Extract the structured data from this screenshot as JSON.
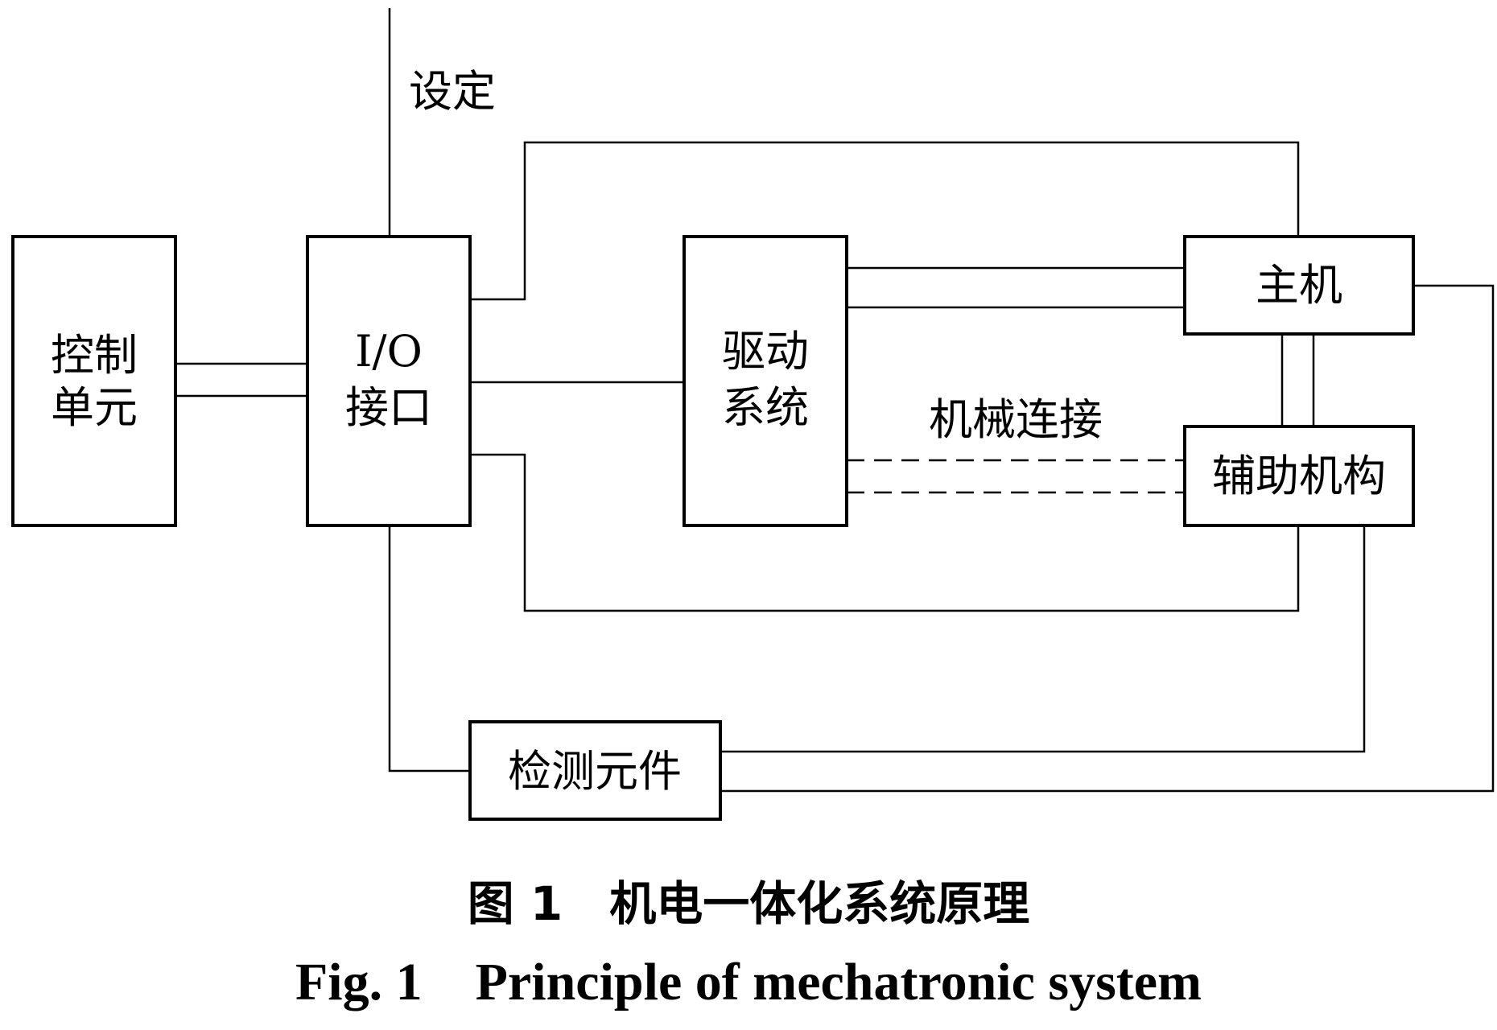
{
  "diagram": {
    "input_label": "设定",
    "blocks": {
      "control_unit": [
        "控制",
        "单元"
      ],
      "io_interface": [
        "I/O",
        "接口"
      ],
      "drive_system": [
        "驱动",
        "系统"
      ],
      "main_machine": "主机",
      "auxiliary_mechanism": "辅助机构",
      "detection_element": "检测元件"
    },
    "mechanical_link_label": "机械连接"
  },
  "caption": {
    "chinese": "图 1　机电一体化系统原理",
    "english": "Fig. 1　Principle of mechatronic system"
  }
}
